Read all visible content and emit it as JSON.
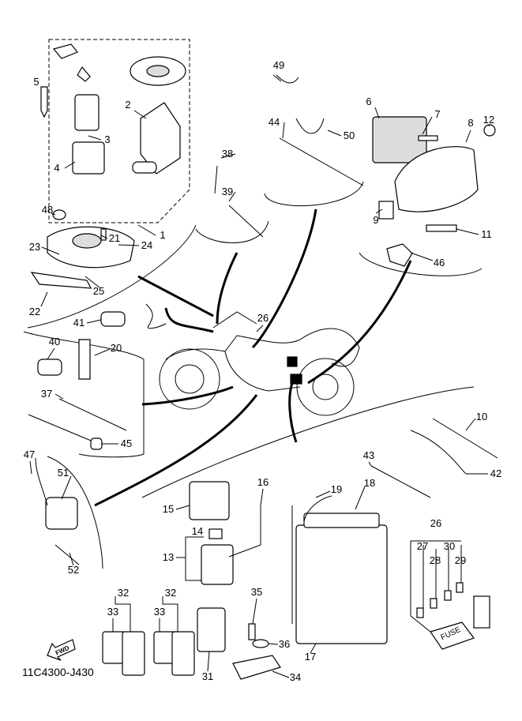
{
  "drawing_code": "11C4300-J430",
  "fwd_arrow_text": "FWD",
  "fuse_box_text": "FUSE",
  "labels": {
    "p1": "1",
    "p2": "2",
    "p3": "3",
    "p4": "4",
    "p5": "5",
    "p6": "6",
    "p7": "7",
    "p8": "8",
    "p9": "9",
    "p10": "10",
    "p11": "11",
    "p12": "12",
    "p13": "13",
    "p14": "14",
    "p15": "15",
    "p16": "16",
    "p17": "17",
    "p18": "18",
    "p19": "19",
    "p20": "20",
    "p21": "21",
    "p22": "22",
    "p23": "23",
    "p24": "24",
    "p25": "25",
    "p26": "26",
    "p26b": "26",
    "p27": "27",
    "p28": "28",
    "p29": "29",
    "p30": "30",
    "p31": "31",
    "p32": "32",
    "p32b": "32",
    "p33": "33",
    "p33b": "33",
    "p34": "34",
    "p35": "35",
    "p36": "36",
    "p37": "37",
    "p38": "38",
    "p39": "39",
    "p40": "40",
    "p41": "41",
    "p42": "42",
    "p43": "43",
    "p44": "44",
    "p45": "45",
    "p46": "46",
    "p47": "47",
    "p48": "48",
    "p49": "49",
    "p50": "50",
    "p51": "51",
    "p52": "52"
  }
}
